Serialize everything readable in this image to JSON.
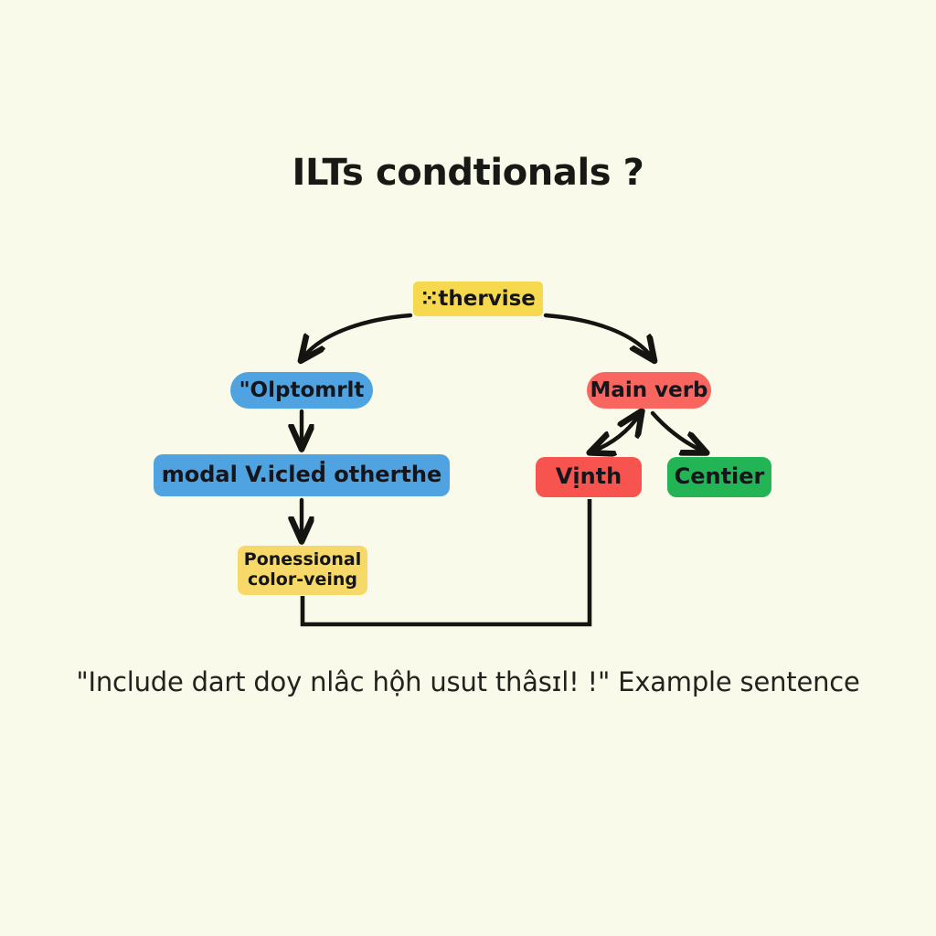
{
  "page": {
    "title": "ILTs condtionals ?",
    "background_color": "#f9faea",
    "text_color": "#181814"
  },
  "diagram": {
    "nodes": {
      "otherwise": {
        "label": "⁙thervise",
        "color": "#f7d94f",
        "shape": "rounded-rect"
      },
      "option": {
        "label": "\"Olptomrlt",
        "color": "#4ea3e0",
        "shape": "pill"
      },
      "main_verb": {
        "label": "Main verb",
        "color": "#f8665f",
        "shape": "pill"
      },
      "modal": {
        "label": "modal V.icleḋ otherthe",
        "color": "#4ea3e0",
        "shape": "rounded-rect"
      },
      "vinth": {
        "label": "Vịnth",
        "color": "#f8544f",
        "shape": "rounded-rect"
      },
      "center": {
        "label": "Centier",
        "color": "#22b455",
        "shape": "rounded-rect"
      },
      "color_veing": {
        "label": "Ponessional\ncolor-veing",
        "color": "#f7d96a",
        "shape": "rounded-rect"
      }
    },
    "connector_color": "#141410"
  },
  "caption": {
    "text": "\"Include dart doy nlâc hộh usut thâsɪl! !\" Example sentence"
  }
}
